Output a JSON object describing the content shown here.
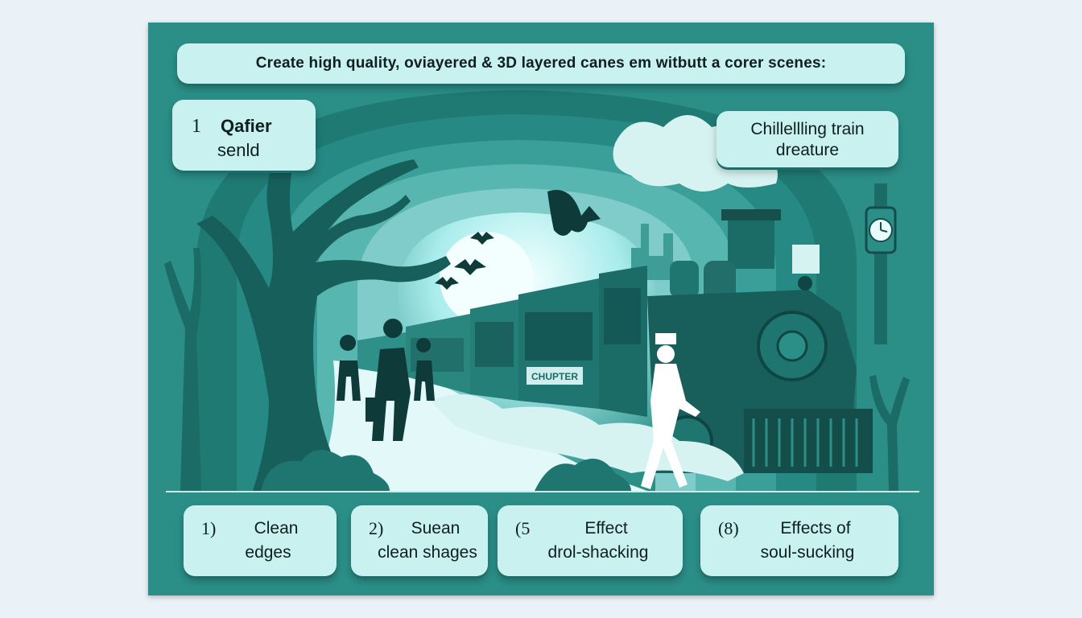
{
  "title": "Create  high quality, oviayered & 3D layered canes em witbutt a corer scenes:",
  "callout_left": {
    "number": "1",
    "line1": "Qafier",
    "line2": "senld"
  },
  "callout_right": {
    "line1": "Chillellling train",
    "line2": "dreature"
  },
  "train_sign": "CHUPTER",
  "bottom_cards": [
    {
      "number": "1)",
      "line1": "Clean",
      "line2": "edges"
    },
    {
      "number": "2)",
      "line1": "Suean",
      "line2": "clean shages"
    },
    {
      "number": "(5",
      "line1": "Effect",
      "line2": "drol-shacking"
    },
    {
      "number": "(8)",
      "line1": "Effects of",
      "line2": "soul-sucking"
    }
  ],
  "colors": {
    "background": "#eaf2f8",
    "panel": "#2b8f88",
    "card": "#c9f1ef",
    "dark_teal": "#1b6b66",
    "glow": "#e6fbfb"
  }
}
